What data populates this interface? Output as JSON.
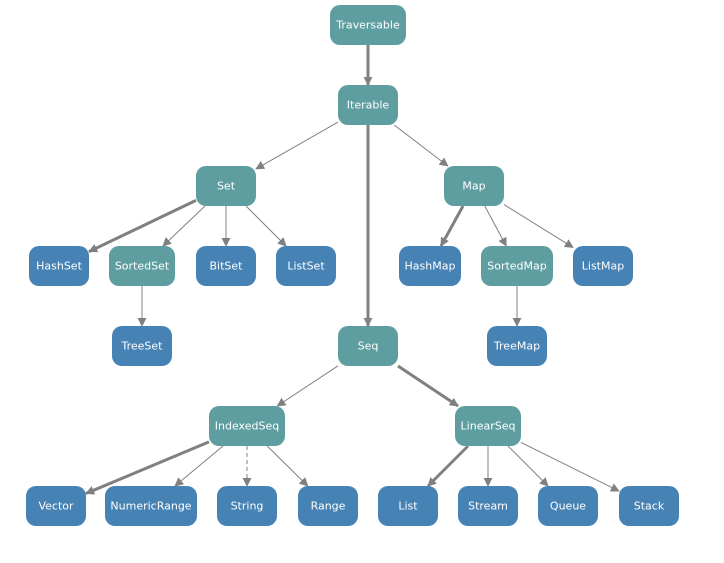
{
  "colors": {
    "trait": "#5f9ea0",
    "class": "#4682b4",
    "edge": "#808080",
    "label": "#ffffff"
  },
  "nodes": [
    {
      "id": "traversable",
      "label": "Traversable",
      "kind": "trait"
    },
    {
      "id": "iterable",
      "label": "Iterable",
      "kind": "trait"
    },
    {
      "id": "set",
      "label": "Set",
      "kind": "trait"
    },
    {
      "id": "map",
      "label": "Map",
      "kind": "trait"
    },
    {
      "id": "seq",
      "label": "Seq",
      "kind": "trait"
    },
    {
      "id": "hashset",
      "label": "HashSet",
      "kind": "class"
    },
    {
      "id": "sortedset",
      "label": "SortedSet",
      "kind": "trait"
    },
    {
      "id": "bitset",
      "label": "BitSet",
      "kind": "class"
    },
    {
      "id": "listset",
      "label": "ListSet",
      "kind": "class"
    },
    {
      "id": "treeset",
      "label": "TreeSet",
      "kind": "class"
    },
    {
      "id": "hashmap",
      "label": "HashMap",
      "kind": "class"
    },
    {
      "id": "sortedmap",
      "label": "SortedMap",
      "kind": "trait"
    },
    {
      "id": "listmap",
      "label": "ListMap",
      "kind": "class"
    },
    {
      "id": "treemap",
      "label": "TreeMap",
      "kind": "class"
    },
    {
      "id": "indexedseq",
      "label": "IndexedSeq",
      "kind": "trait"
    },
    {
      "id": "linearseq",
      "label": "LinearSeq",
      "kind": "trait"
    },
    {
      "id": "vector",
      "label": "Vector",
      "kind": "class"
    },
    {
      "id": "numericrange",
      "label": "NumericRange",
      "kind": "class"
    },
    {
      "id": "string",
      "label": "String",
      "kind": "class"
    },
    {
      "id": "range",
      "label": "Range",
      "kind": "class"
    },
    {
      "id": "list",
      "label": "List",
      "kind": "class"
    },
    {
      "id": "stream",
      "label": "Stream",
      "kind": "class"
    },
    {
      "id": "queue",
      "label": "Queue",
      "kind": "class"
    },
    {
      "id": "stack",
      "label": "Stack",
      "kind": "class"
    }
  ],
  "edges": [
    {
      "from": "traversable",
      "to": "iterable",
      "style": "bold"
    },
    {
      "from": "iterable",
      "to": "set",
      "style": "thin"
    },
    {
      "from": "iterable",
      "to": "seq",
      "style": "bold"
    },
    {
      "from": "iterable",
      "to": "map",
      "style": "thin"
    },
    {
      "from": "set",
      "to": "hashset",
      "style": "bold"
    },
    {
      "from": "set",
      "to": "sortedset",
      "style": "thin"
    },
    {
      "from": "set",
      "to": "bitset",
      "style": "thin"
    },
    {
      "from": "set",
      "to": "listset",
      "style": "thin"
    },
    {
      "from": "sortedset",
      "to": "treeset",
      "style": "thin"
    },
    {
      "from": "map",
      "to": "hashmap",
      "style": "bold"
    },
    {
      "from": "map",
      "to": "sortedmap",
      "style": "thin"
    },
    {
      "from": "map",
      "to": "listmap",
      "style": "thin"
    },
    {
      "from": "sortedmap",
      "to": "treemap",
      "style": "thin"
    },
    {
      "from": "seq",
      "to": "indexedseq",
      "style": "thin"
    },
    {
      "from": "seq",
      "to": "linearseq",
      "style": "bold"
    },
    {
      "from": "indexedseq",
      "to": "vector",
      "style": "bold"
    },
    {
      "from": "indexedseq",
      "to": "numericrange",
      "style": "thin"
    },
    {
      "from": "indexedseq",
      "to": "string",
      "style": "dashed"
    },
    {
      "from": "indexedseq",
      "to": "range",
      "style": "thin"
    },
    {
      "from": "linearseq",
      "to": "list",
      "style": "bold"
    },
    {
      "from": "linearseq",
      "to": "stream",
      "style": "thin"
    },
    {
      "from": "linearseq",
      "to": "queue",
      "style": "thin"
    },
    {
      "from": "linearseq",
      "to": "stack",
      "style": "thin"
    }
  ]
}
